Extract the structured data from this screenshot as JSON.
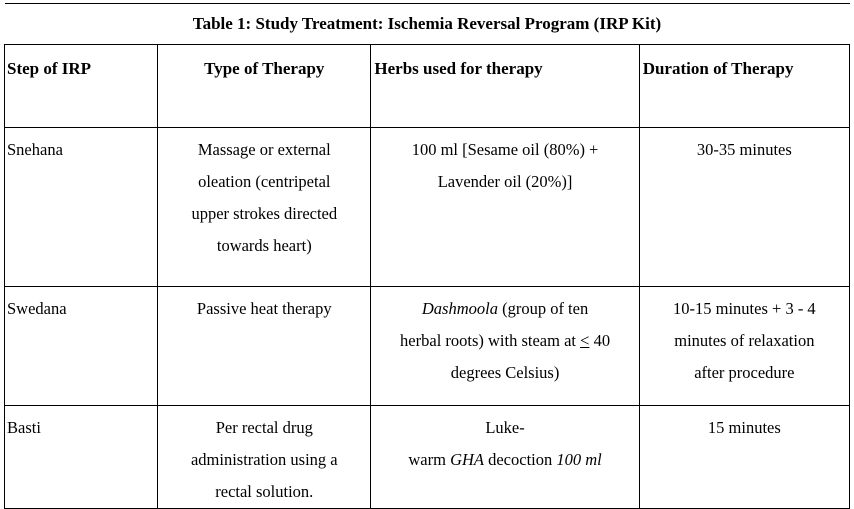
{
  "table": {
    "caption": "Table 1: Study Treatment: Ischemia Reversal Program (IRP Kit)",
    "headers": [
      "Step of IRP",
      "Type of Therapy",
      "Herbs used for therapy",
      "Duration of Therapy"
    ],
    "rows": [
      {
        "step": "Snehana",
        "therapy_lines": [
          "Massage or external",
          "oleation (centripetal",
          "upper strokes directed",
          "towards heart)"
        ],
        "herbs_lines": [
          "100 ml [Sesame oil (80%) +",
          "Lavender oil (20%)]"
        ],
        "duration_lines": [
          "30-35 minutes"
        ]
      },
      {
        "step": "Swedana",
        "therapy_lines": [
          "Passive heat therapy"
        ],
        "herbs": {
          "line1_italic": "Dashmoola",
          "line1_rest": " (group of ten",
          "line2_start": "herbal roots) with steam at ",
          "line2_le": "<",
          "line2_end": " 40",
          "line3": "degrees Celsius)"
        },
        "duration_lines": [
          "10-15 minutes + 3 - 4",
          "minutes of relaxation",
          "after procedure"
        ]
      },
      {
        "step": "Basti",
        "therapy_lines": [
          "Per rectal drug",
          "administration using a",
          "rectal solution."
        ],
        "herbs": {
          "line1": "Luke-",
          "line2_start": "warm ",
          "line2_italic1": "GHA",
          "line2_mid": " decoction ",
          "line2_italic2": "100 ml"
        },
        "duration_lines": [
          "15 minutes"
        ]
      }
    ]
  }
}
